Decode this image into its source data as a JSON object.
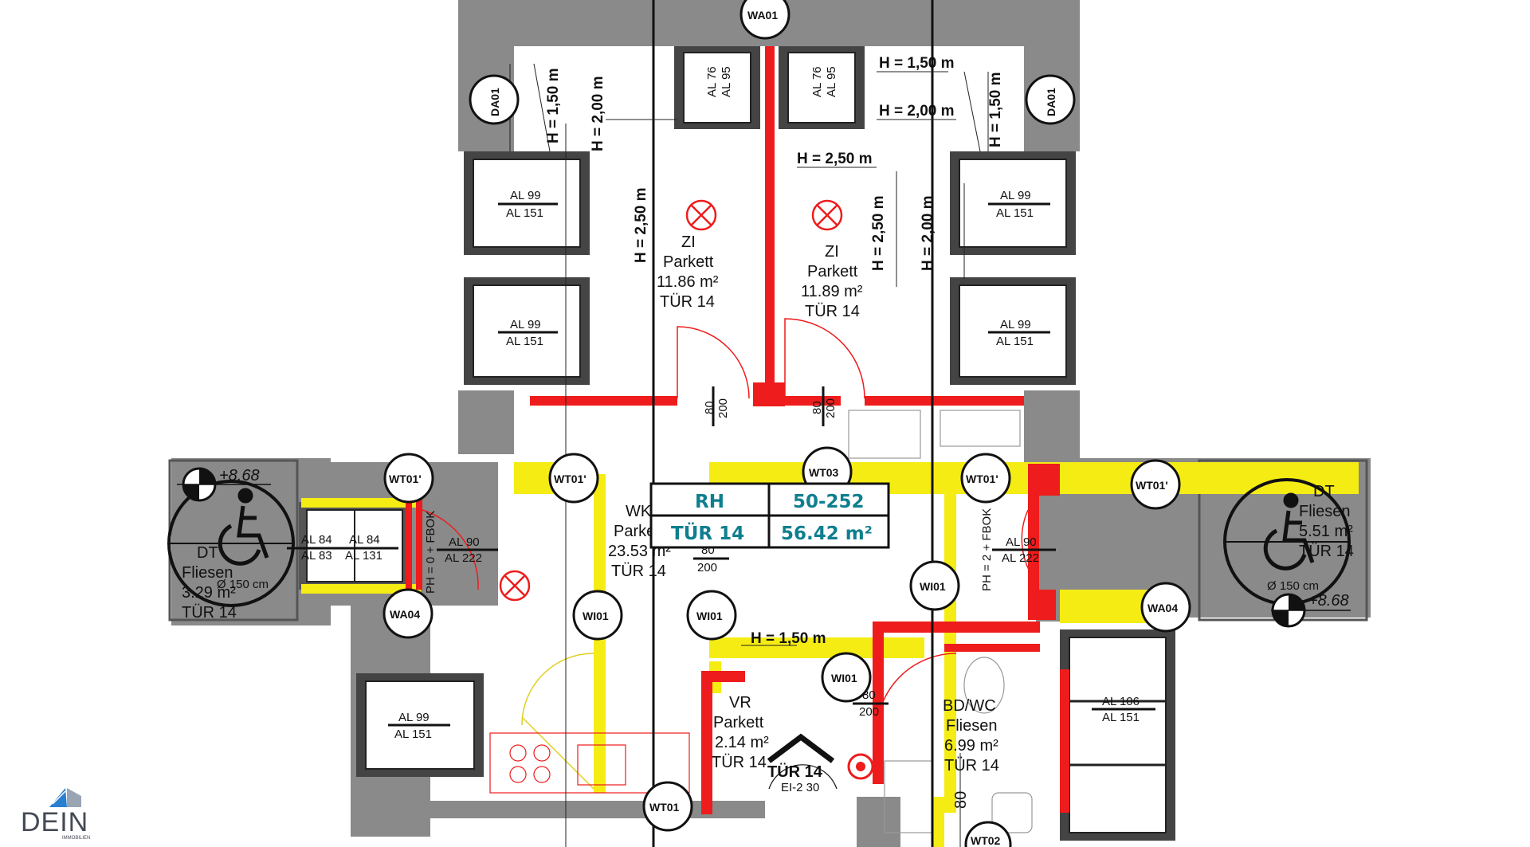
{
  "title_box": {
    "rh_label": "RH",
    "unit_code": "50-252",
    "door_label": "TÜR 14",
    "total_area": "56.42 m²"
  },
  "rooms": {
    "zi_left": {
      "name": "ZI",
      "floor": "Parkett",
      "area": "11.86 m²",
      "door": "TÜR 14"
    },
    "zi_right": {
      "name": "ZI",
      "floor": "Parkett",
      "area": "11.89 m²",
      "door": "TÜR 14"
    },
    "wk": {
      "name": "WK",
      "floor": "Parkett",
      "area": "23.53 m²",
      "door": "TÜR 14"
    },
    "vr": {
      "name": "VR",
      "floor": "Parkett",
      "area": "2.14 m²",
      "door": "TÜR 14"
    },
    "bdwc": {
      "name": "BD/WC",
      "floor": "Fliesen",
      "area": "6.99 m²",
      "door": "TÜR 14"
    },
    "dt_left": {
      "name": "DT",
      "floor": "Fliesen",
      "area": "3.29 m²",
      "door": "TÜR 14"
    },
    "dt_right": {
      "name": "DT",
      "floor": "Fliesen",
      "area": "5.51 m²",
      "door": "TÜR 14"
    }
  },
  "heights": {
    "h150": "H = 1,50 m",
    "h200": "H = 2,00 m",
    "h250": "H = 2,50 m"
  },
  "tags": {
    "wa01": "WA01",
    "da01": "DA01",
    "wt01p": "WT01'",
    "wt03": "WT03",
    "wa04": "WA04",
    "wi01": "WI01",
    "wt01": "WT01",
    "wt02": "WT02"
  },
  "windows": {
    "al76": "AL 76",
    "al95": "AL 95",
    "al99": "AL 99",
    "al151": "AL 151",
    "al84": "AL 84",
    "al83": "AL 83",
    "al131": "AL 131",
    "al90": "AL 90",
    "al222": "AL 222",
    "al106": "AL 106"
  },
  "door_dims": {
    "w80": "80",
    "h200": "200"
  },
  "fbok_left": "PH = 0 + FBOK",
  "fbok_right": "PH = 2 + FBOK",
  "elevations": {
    "left": "+8.68",
    "right": "+8.68"
  },
  "turning": "Ø 150 cm",
  "entrance": {
    "door": "TÜR 14",
    "rating": "EI-2 30"
  },
  "logo": {
    "brand": "DEIN",
    "sub": "IMMOBILIEN"
  },
  "colors": {
    "wall": "#8a8a8a",
    "wall_dark": "#5e5e5e",
    "partition": "#ee1c1c",
    "new_wall": "#f5ec14",
    "line": "#111111",
    "teal": "#0f7f8f"
  }
}
